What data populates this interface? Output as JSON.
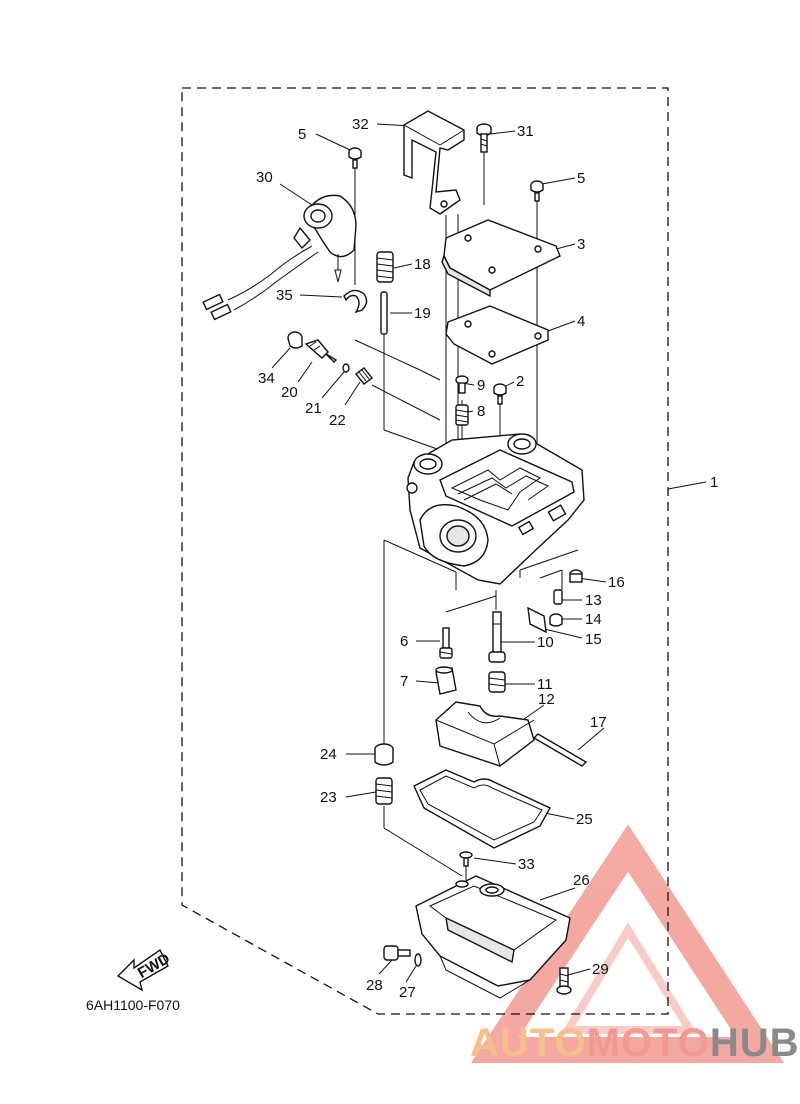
{
  "diagram": {
    "code": "6AH1100-F070",
    "fwd_label": "FWD",
    "assembly_callout": "1",
    "callouts": [
      {
        "id": "c5a",
        "text": "5"
      },
      {
        "id": "c32",
        "text": "32"
      },
      {
        "id": "c31",
        "text": "31"
      },
      {
        "id": "c5b",
        "text": "5"
      },
      {
        "id": "c30",
        "text": "30"
      },
      {
        "id": "c3",
        "text": "3"
      },
      {
        "id": "c18",
        "text": "18"
      },
      {
        "id": "c35",
        "text": "35"
      },
      {
        "id": "c19",
        "text": "19"
      },
      {
        "id": "c4",
        "text": "4"
      },
      {
        "id": "c34",
        "text": "34"
      },
      {
        "id": "c20",
        "text": "20"
      },
      {
        "id": "c9",
        "text": "9"
      },
      {
        "id": "c2",
        "text": "2"
      },
      {
        "id": "c21",
        "text": "21"
      },
      {
        "id": "c22",
        "text": "22"
      },
      {
        "id": "c8",
        "text": "8"
      },
      {
        "id": "c16",
        "text": "16"
      },
      {
        "id": "c13",
        "text": "13"
      },
      {
        "id": "c14",
        "text": "14"
      },
      {
        "id": "c15",
        "text": "15"
      },
      {
        "id": "c6",
        "text": "6"
      },
      {
        "id": "c10",
        "text": "10"
      },
      {
        "id": "c7",
        "text": "7"
      },
      {
        "id": "c11",
        "text": "11"
      },
      {
        "id": "c12",
        "text": "12"
      },
      {
        "id": "c17",
        "text": "17"
      },
      {
        "id": "c24",
        "text": "24"
      },
      {
        "id": "c23",
        "text": "23"
      },
      {
        "id": "c25",
        "text": "25"
      },
      {
        "id": "c33",
        "text": "33"
      },
      {
        "id": "c26",
        "text": "26"
      },
      {
        "id": "c29",
        "text": "29"
      },
      {
        "id": "c28",
        "text": "28"
      },
      {
        "id": "c27",
        "text": "27"
      }
    ]
  },
  "watermark": {
    "part1": "AUTO",
    "part2": "MOTO",
    "part3": "HUB",
    "colors": {
      "auto": "#f5c089",
      "moto": "#f29a92",
      "hub": "#8a8a8a",
      "triangle": "#f29a92"
    }
  }
}
